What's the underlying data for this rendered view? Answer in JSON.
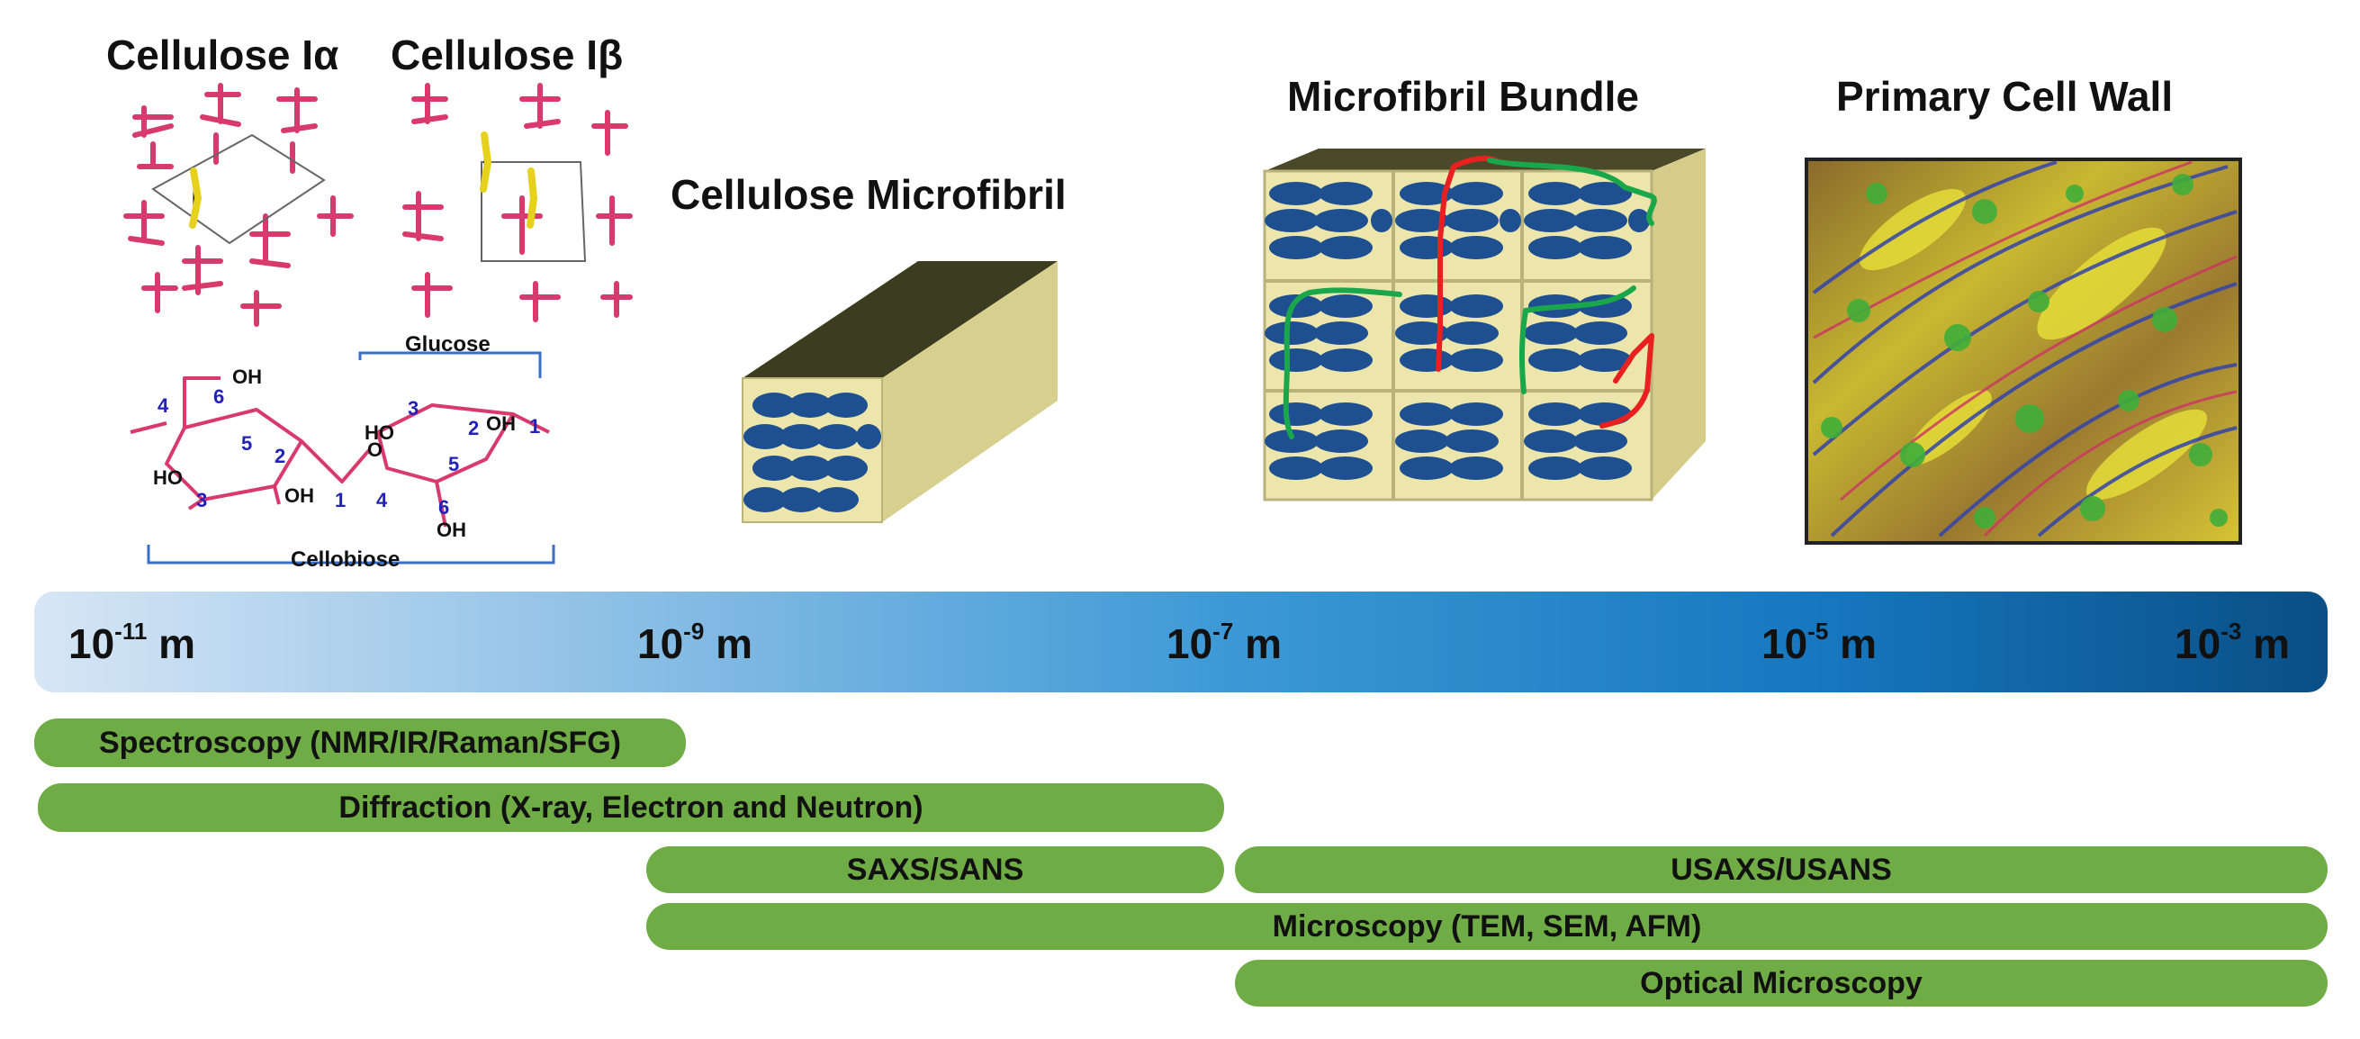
{
  "titles": {
    "cellulose_ia": "Cellulose Iα",
    "cellulose_ib": "Cellulose Iβ",
    "microfibril": "Cellulose Microfibril",
    "bundle": "Microfibril Bundle",
    "cell_wall": "Primary Cell Wall"
  },
  "structure": {
    "glucose": "Glucose",
    "cellobiose": "Cellobiose",
    "atoms": {
      "oh": "OH",
      "ho": "HO",
      "o": "O"
    },
    "numbers": [
      "1",
      "2",
      "3",
      "4",
      "5",
      "6"
    ]
  },
  "scale": {
    "base": "10",
    "unit": "m",
    "ticks": [
      {
        "exp": "-11"
      },
      {
        "exp": "-9"
      },
      {
        "exp": "-7"
      },
      {
        "exp": "-5"
      },
      {
        "exp": "-3"
      }
    ]
  },
  "techniques": [
    {
      "label": "Spectroscopy (NMR/IR/Raman/SFG)"
    },
    {
      "label": "Diffraction (X-ray, Electron and Neutron)"
    },
    {
      "label": "SAXS/SANS"
    },
    {
      "label": "USAXS/USANS"
    },
    {
      "label": "Microscopy (TEM, SEM, AFM)"
    },
    {
      "label": "Optical Microscopy"
    }
  ],
  "colors": {
    "technique_green": "#6fac45",
    "fibril_blue": "#1e4f91",
    "box_khaki": "#e8e2a2",
    "molecule_pink": "#d83a6e"
  }
}
